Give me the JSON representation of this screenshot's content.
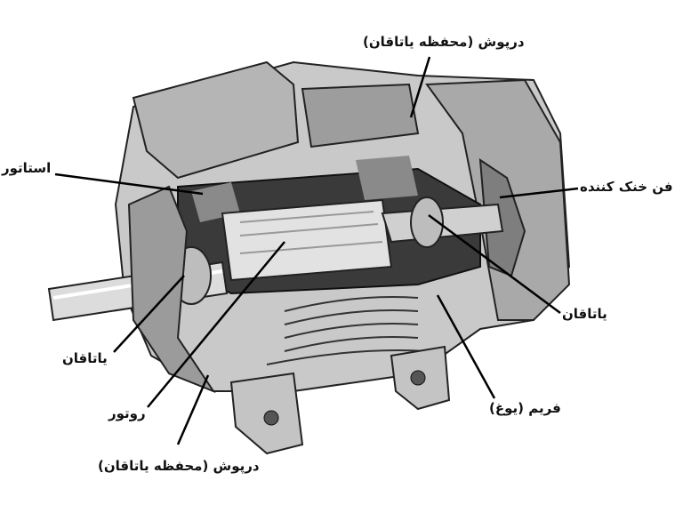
{
  "labels": {
    "end_cover_top": "درپوش (محفظه یاتاقان)",
    "stator": "استاتور",
    "cooling_fan": "فن خنک کننده",
    "bearing_right": "یاتاقان",
    "bearing_left": "یاتاقان",
    "frame_yoke": "فریم (یوغ)",
    "rotor": "روتور",
    "end_cover_bottom": "درپوش (محفظه یاتاقان)"
  }
}
